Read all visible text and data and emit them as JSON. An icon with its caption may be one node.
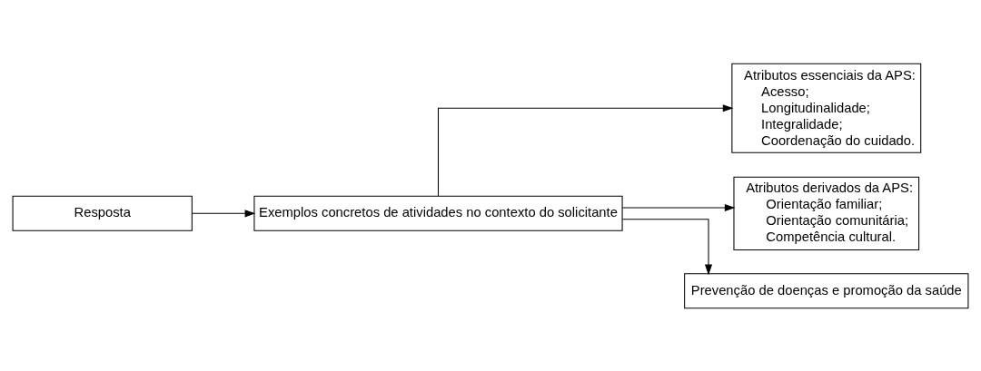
{
  "diagram": {
    "nodes": [
      {
        "text": [
          "Resposta"
        ]
      },
      {
        "text": [
          "Exemplos concretos de atividades no contexto do solicitante"
        ]
      },
      {
        "text": [
          "Atributos essenciais da APS:",
          "Acesso;",
          "Longitudinalidade;",
          "Integralidade;",
          "Coordenação do cuidado."
        ]
      },
      {
        "text": [
          "Atributos derivados da APS:",
          "Orientação familiar;",
          "Orientação comunitária;",
          "Competência cultural."
        ]
      },
      {
        "text": [
          "Prevenção de doenças e promoção da saúde"
        ]
      }
    ],
    "edges": [
      {
        "from": 0,
        "to": 1,
        "arrow": "to"
      },
      {
        "from": 1,
        "to": 2,
        "arrow": "to"
      },
      {
        "from": 1,
        "to": 3,
        "arrow": "to"
      },
      {
        "from": 1,
        "to": 4,
        "arrow": "to"
      }
    ]
  }
}
